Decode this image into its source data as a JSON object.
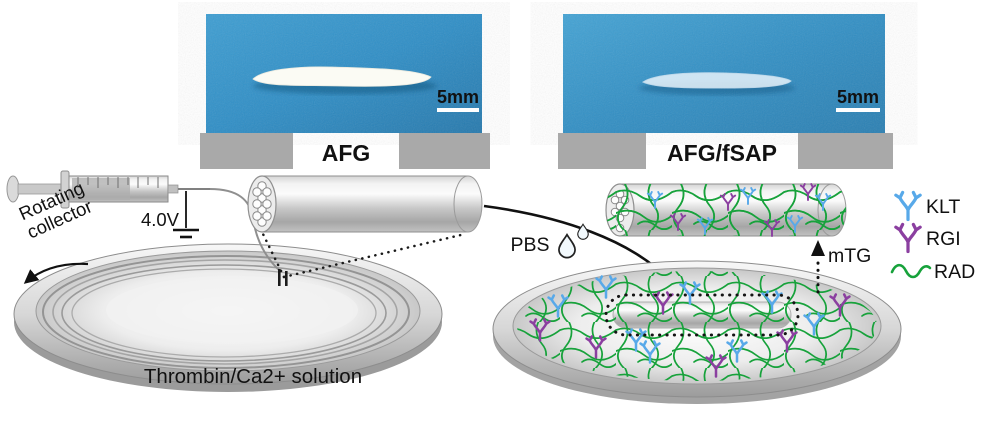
{
  "photos": {
    "left": {
      "scale_label": "5mm"
    },
    "right": {
      "scale_label": "5mm"
    }
  },
  "banners": {
    "left": "AFG",
    "right": "AFG/fSAP"
  },
  "apparatus": {
    "rotating_collector_label": "Rotating collector",
    "voltage_label": "4.0V",
    "solution_label": "Thrombin/Ca2+ solution"
  },
  "process": {
    "pbs_label": "PBS",
    "mtg_label": "mTG"
  },
  "legend": {
    "items": [
      {
        "label": "KLT",
        "color": "#58a9e9",
        "glyph": "y-branch-icon"
      },
      {
        "label": "RGI",
        "color": "#8b3fa0",
        "glyph": "y-branch-icon"
      },
      {
        "label": "RAD",
        "color": "#17a23b",
        "glyph": "wavy-line-icon"
      }
    ]
  },
  "colors": {
    "photo_blue": "#2f90c5",
    "banner_gray": "#a9a9a9",
    "mesh_green": "#17a23b",
    "klt_blue": "#58a9e9",
    "rgi_purple": "#8b3fa0"
  }
}
